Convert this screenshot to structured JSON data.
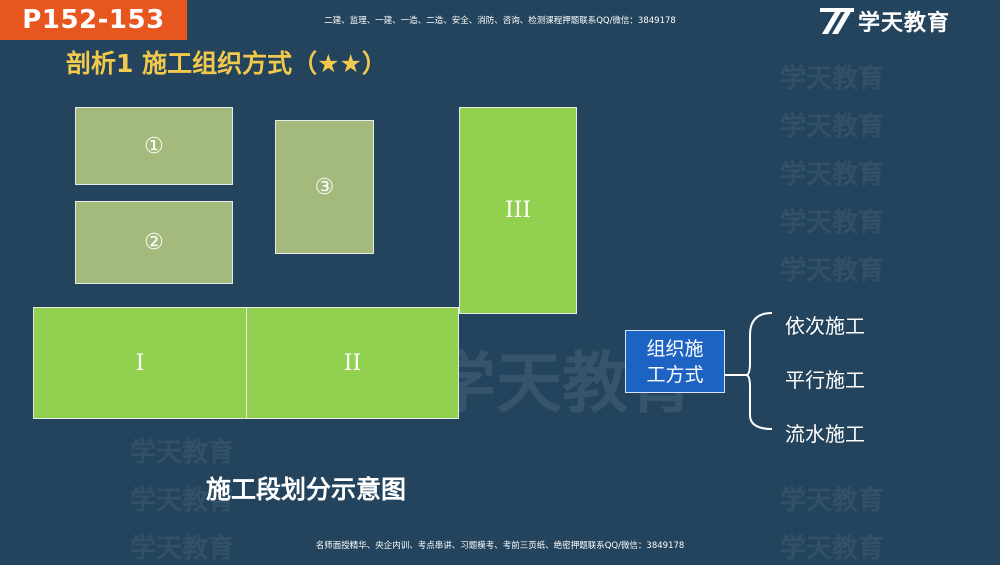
{
  "header": {
    "page_tag": "P152-153",
    "note": "二建、监理、一建、一造、二造、安全、消防、咨询、检测课程押题联系QQ/微信：3849178",
    "brand": "学天教育"
  },
  "footer": {
    "note": "名师面授精华、央企内训、考点串讲、习题模考、考前三页纸、绝密押题联系QQ/微信：3849178"
  },
  "slide": {
    "title": "剖析1 施工组织方式（★★）",
    "diagram": {
      "caption": "施工段划分示意图",
      "segments": [
        {
          "label": "①"
        },
        {
          "label": "②"
        },
        {
          "label": "③"
        },
        {
          "label": "III"
        },
        {
          "label": "I"
        },
        {
          "label": "II"
        }
      ]
    },
    "tree": {
      "root_line1": "组织施",
      "root_line2": "工方式",
      "branches": [
        "依次施工",
        "平行施工",
        "流水施工"
      ]
    }
  },
  "colors": {
    "background": "#23445c",
    "tag": "#e8561f",
    "title": "#f2c94c",
    "olive_box": "#a4b97c",
    "green_box": "#92d050",
    "blue_box": "#1c63c3"
  }
}
